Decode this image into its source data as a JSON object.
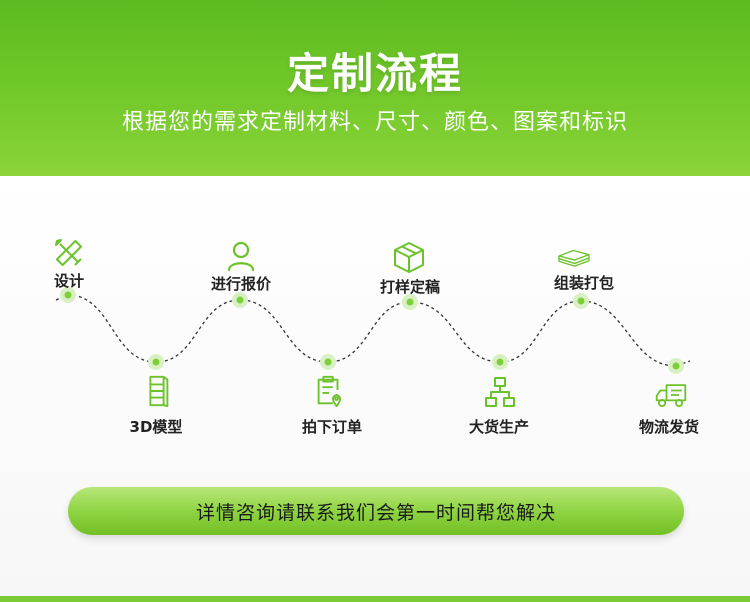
{
  "header": {
    "title": "定制流程",
    "subtitle": "根据您的需求定制材料、尺寸、颜色、图案和标识"
  },
  "steps": [
    {
      "label": "设计",
      "icon": "pencil-ruler-icon"
    },
    {
      "label": "3D模型",
      "icon": "shelf-model-icon"
    },
    {
      "label": "进行报价",
      "icon": "person-icon"
    },
    {
      "label": "拍下订单",
      "icon": "order-clipboard-icon"
    },
    {
      "label": "打样定稿",
      "icon": "box-icon"
    },
    {
      "label": "大货生产",
      "icon": "org-chart-icon"
    },
    {
      "label": "组装打包",
      "icon": "stacked-boards-icon"
    },
    {
      "label": "物流发货",
      "icon": "delivery-truck-icon"
    }
  ],
  "cta": {
    "label": "详情咨询请联系我们会第一时间帮您解决"
  },
  "colors": {
    "accent": "#6cc22a",
    "dot": "#7dcf3a",
    "text": "#222222"
  }
}
